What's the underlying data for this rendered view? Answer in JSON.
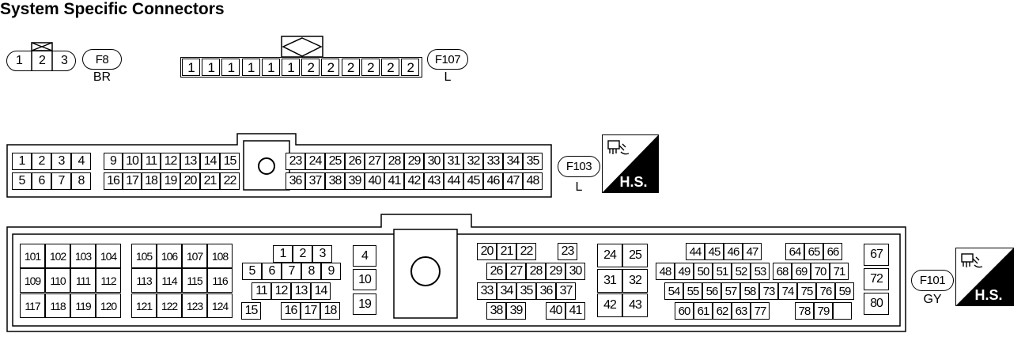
{
  "title": "System Specific Connectors",
  "colors": {
    "line": "#000000",
    "background": "#ffffff"
  },
  "connectors": {
    "f8": {
      "id": "F8",
      "color": "BR",
      "pins": [
        "1",
        "2",
        "3"
      ]
    },
    "f107": {
      "id": "F107",
      "color": "L",
      "pins": [
        "1",
        "1",
        "1",
        "1",
        "1",
        "1",
        "2",
        "2",
        "2",
        "2",
        "2",
        "2"
      ]
    },
    "f103": {
      "id": "F103",
      "color": "L",
      "badge": "H.S.",
      "badge_icon": "harness-side-icon",
      "top_row": [
        "1",
        "2",
        "3",
        "4",
        "9",
        "10",
        "11",
        "12",
        "13",
        "14",
        "15",
        "23",
        "24",
        "25",
        "26",
        "27",
        "28",
        "29",
        "30",
        "31",
        "32",
        "33",
        "34",
        "35"
      ],
      "bottom_row": [
        "5",
        "6",
        "7",
        "8",
        "16",
        "17",
        "18",
        "19",
        "20",
        "21",
        "22",
        "36",
        "37",
        "38",
        "39",
        "40",
        "41",
        "42",
        "43",
        "44",
        "45",
        "46",
        "47",
        "48"
      ]
    },
    "f101": {
      "id": "F101",
      "color": "GY",
      "badge": "H.S.",
      "badge_icon": "harness-side-icon",
      "block_a": [
        "101",
        "102",
        "103",
        "104",
        "109",
        "110",
        "111",
        "112",
        "117",
        "118",
        "119",
        "120"
      ],
      "block_b": [
        "105",
        "106",
        "107",
        "108",
        "113",
        "114",
        "115",
        "116",
        "121",
        "122",
        "123",
        "124"
      ],
      "block_c": [
        "1",
        "2",
        "3",
        "5",
        "6",
        "7",
        "8",
        "9",
        "11",
        "12",
        "13",
        "14",
        "15",
        "16",
        "17",
        "18"
      ],
      "block_d": [
        "4",
        "10",
        "19"
      ],
      "block_e": [
        "20",
        "21",
        "22",
        "23",
        "26",
        "27",
        "28",
        "29",
        "30",
        "33",
        "34",
        "35",
        "36",
        "37",
        "38",
        "39",
        "40",
        "41"
      ],
      "block_f": [
        "24",
        "25",
        "31",
        "32",
        "42",
        "43"
      ],
      "block_g": [
        "44",
        "45",
        "46",
        "47",
        "64",
        "65",
        "66",
        "48",
        "49",
        "50",
        "51",
        "52",
        "53",
        "68",
        "69",
        "70",
        "71",
        "54",
        "55",
        "56",
        "57",
        "58",
        "73",
        "74",
        "75",
        "76",
        "59",
        "60",
        "61",
        "62",
        "63",
        "77",
        "78",
        "79"
      ],
      "block_h": [
        "67",
        "72",
        "80"
      ]
    }
  }
}
